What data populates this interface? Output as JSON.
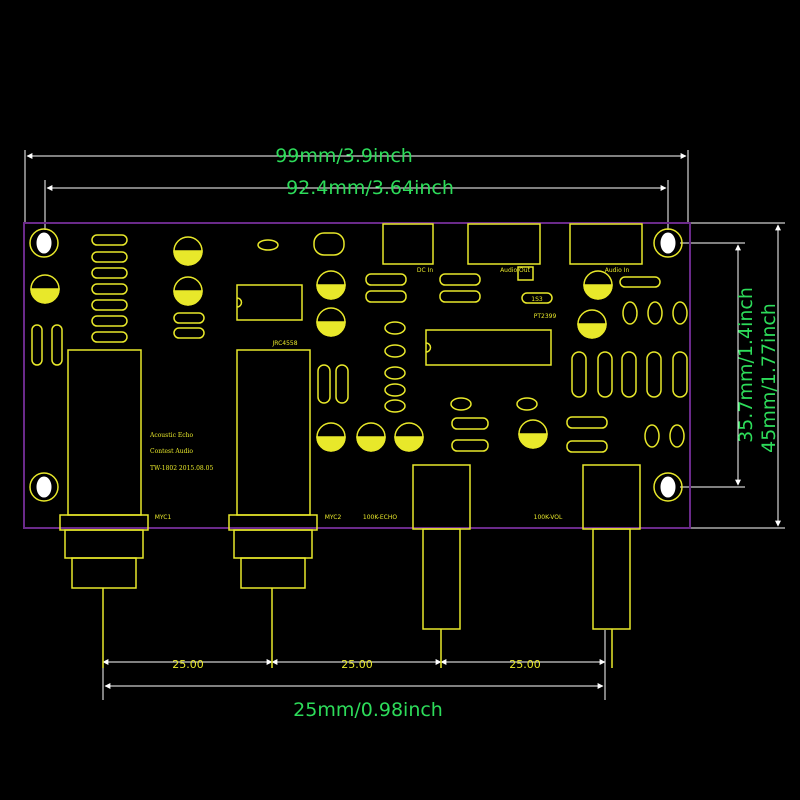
{
  "dimensions": {
    "overall_width": "99mm/3.9inch",
    "hole_spacing_x": "92.4mm/3.64inch",
    "hole_spacing_y": "35.7mm/1.4inch",
    "overall_height": "45mm/1.77inch",
    "pot_spacing": "25mm/0.98inch",
    "pot_pitch_1": "25.00",
    "pot_pitch_2": "25.00",
    "pot_pitch_3": "25.00"
  },
  "connectors": {
    "dc_in": "DC In",
    "audio_out": "Audio Out",
    "audio_in": "Audio In"
  },
  "ic_labels": {
    "ic_top": "JRC4558",
    "ic_main": "PT2399",
    "ic_main_marker": "1S3"
  },
  "pot_labels": {
    "pot1": "MYC1",
    "pot2": "MYC2",
    "pot3": "100K-ECHO",
    "pot4": "100K-VOL"
  },
  "board_title": {
    "line1": "Acoustic Echo",
    "line2": "Contest Audio",
    "line3": "TW-1802 2015.08.05"
  },
  "colors": {
    "background": "#000000",
    "board_outline": "#6a2a8a",
    "silkscreen": "#e8e82a",
    "dimension": "#2ddc5a",
    "dimension_line": "#ffffff"
  }
}
